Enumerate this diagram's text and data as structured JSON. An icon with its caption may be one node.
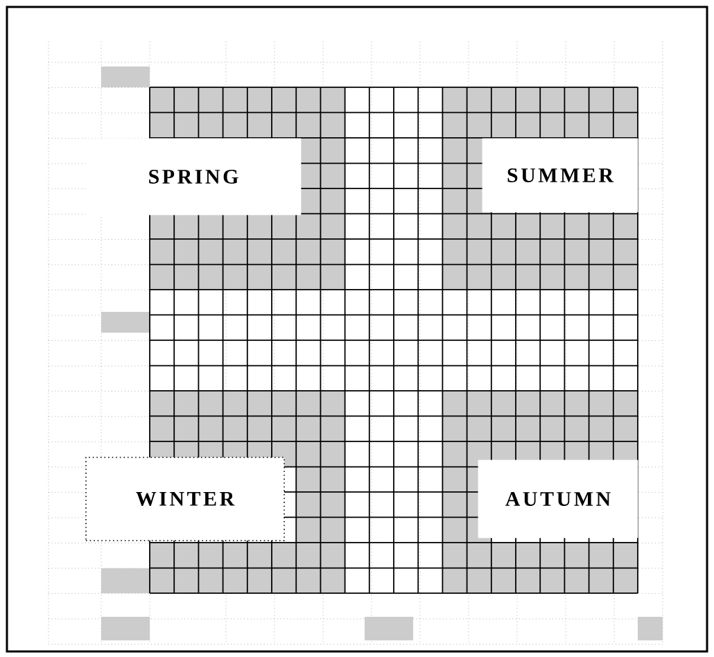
{
  "diagram": {
    "nodes": [
      {
        "text": [
          "SPRING"
        ]
      },
      {
        "text": [
          "SUMMER"
        ]
      },
      {
        "text": [
          "WINTER"
        ]
      },
      {
        "text": [
          "AUTUMN"
        ]
      }
    ]
  }
}
